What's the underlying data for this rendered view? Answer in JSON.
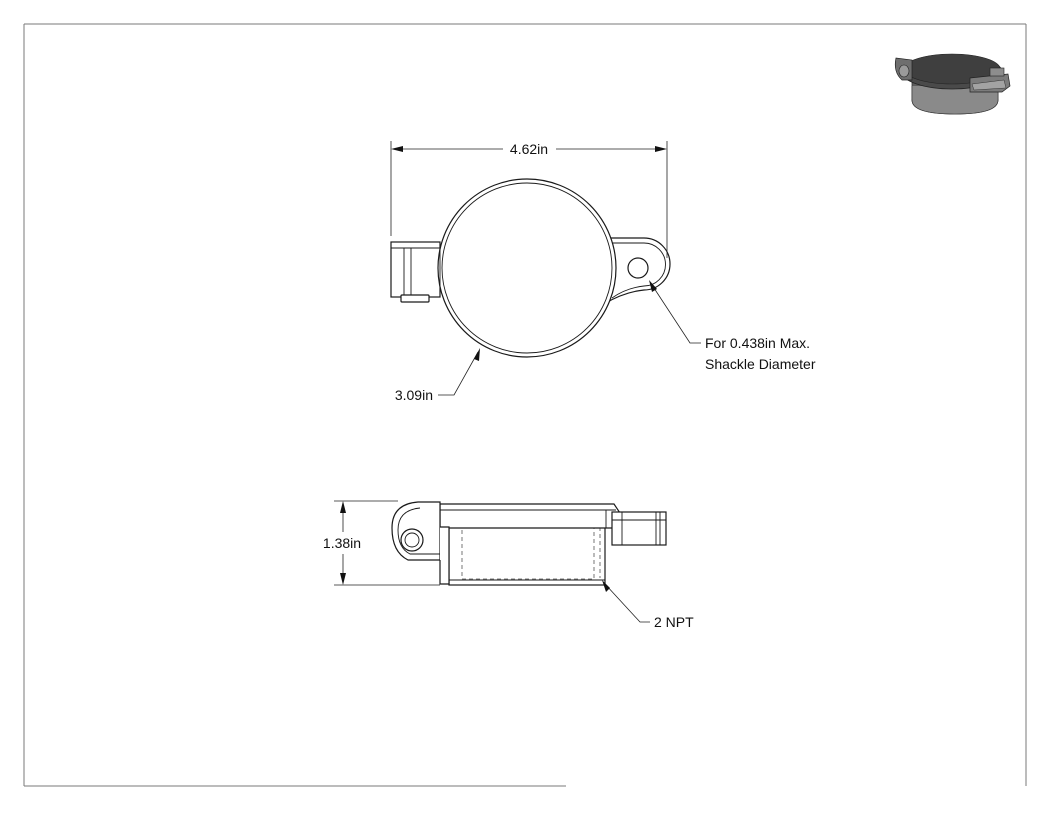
{
  "drawing": {
    "dimensions": {
      "width": "4.62in",
      "diameter": "3.09in",
      "height": "1.38in"
    },
    "notes": {
      "shackle_line1": "For 0.438in Max.",
      "shackle_line2": "Shackle Diameter",
      "thread": "2 NPT"
    },
    "thumbnail_icon": "dust-cap-3d-icon"
  }
}
